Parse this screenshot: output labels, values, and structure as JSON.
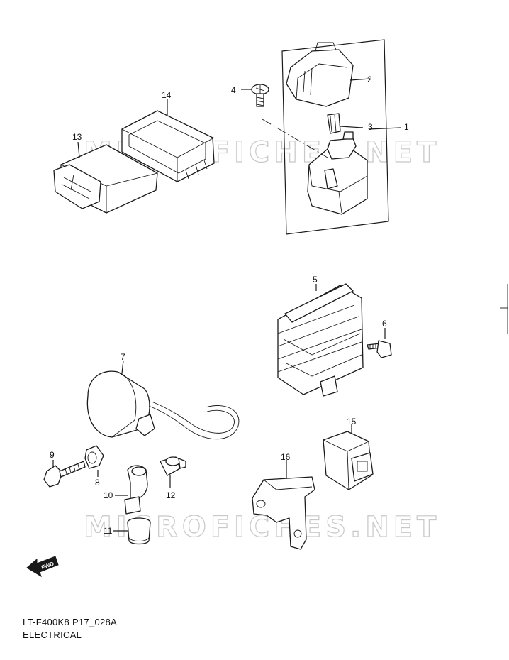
{
  "watermark": "MICROFICHES.NET",
  "diagram_code": "LT-F400K8 P17_028A",
  "section": "ELECTRICAL",
  "fwd_label": "FWD",
  "callouts": [
    {
      "id": "c1",
      "label": "1"
    },
    {
      "id": "c2",
      "label": "2"
    },
    {
      "id": "c3",
      "label": "3"
    },
    {
      "id": "c4",
      "label": "4"
    },
    {
      "id": "c5",
      "label": "5"
    },
    {
      "id": "c6",
      "label": "6"
    },
    {
      "id": "c7",
      "label": "7"
    },
    {
      "id": "c8",
      "label": "8"
    },
    {
      "id": "c9",
      "label": "9"
    },
    {
      "id": "c10",
      "label": "10"
    },
    {
      "id": "c11",
      "label": "11"
    },
    {
      "id": "c12",
      "label": "12"
    },
    {
      "id": "c13",
      "label": "13"
    },
    {
      "id": "c14",
      "label": "14"
    },
    {
      "id": "c15",
      "label": "15"
    },
    {
      "id": "c16",
      "label": "16"
    }
  ]
}
